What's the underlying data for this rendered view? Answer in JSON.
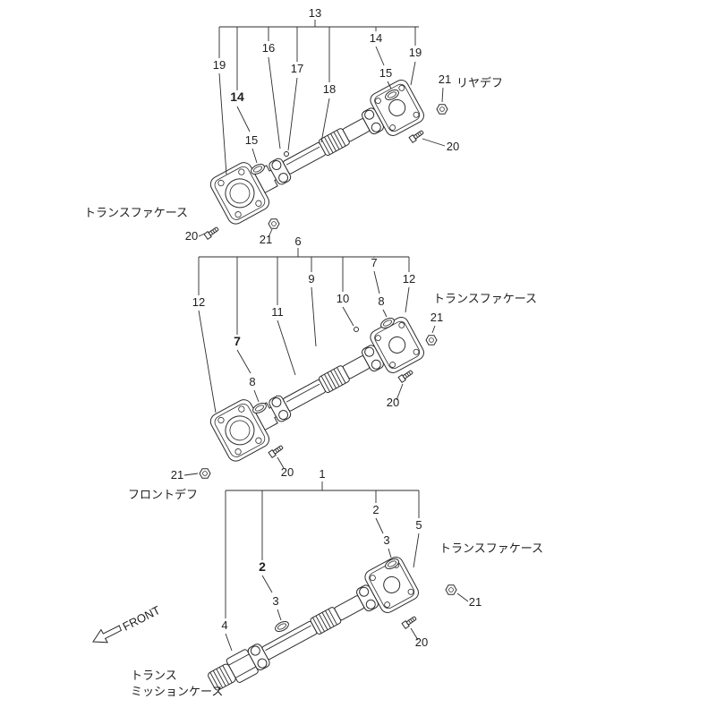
{
  "page": {
    "background": "#ffffff",
    "line_color": "#2b2b2b"
  },
  "front_marker": {
    "label": "FRONT"
  },
  "sections": {
    "rear": {
      "group": "13",
      "callouts": {
        "c19_left": "19",
        "c14_left": "14",
        "c15_left": "15",
        "c16": "16",
        "c17": "17",
        "c18": "18",
        "c14_right": "14",
        "c15_right": "15",
        "c19_right": "19",
        "c21_right": "21",
        "c20_right": "20",
        "c20_left": "20",
        "c21_left": "21"
      },
      "labels": {
        "rear_diff": "リヤデフ",
        "transfer_case": "トランスファケース"
      }
    },
    "middle": {
      "group": "6",
      "callouts": {
        "c12_left": "12",
        "c7_left": "7",
        "c8_left": "8",
        "c11": "11",
        "c9": "9",
        "c10": "10",
        "c7_right": "7",
        "c8_right": "8",
        "c12_right": "12",
        "c21_right": "21",
        "c20_right": "20",
        "c20_left": "20",
        "c21_left": "21"
      },
      "labels": {
        "transfer_case": "トランスファケース",
        "front_diff": "フロントデフ"
      }
    },
    "bottom": {
      "group": "1",
      "callouts": {
        "c4": "4",
        "c2_left": "2",
        "c3_left": "3",
        "c2_right": "2",
        "c3_right": "3",
        "c5": "5",
        "c21": "21",
        "c20": "20"
      },
      "labels": {
        "transfer_case": "トランスファケース",
        "transmission_line1": "トランス",
        "transmission_line2": "ミッションケース"
      }
    }
  }
}
